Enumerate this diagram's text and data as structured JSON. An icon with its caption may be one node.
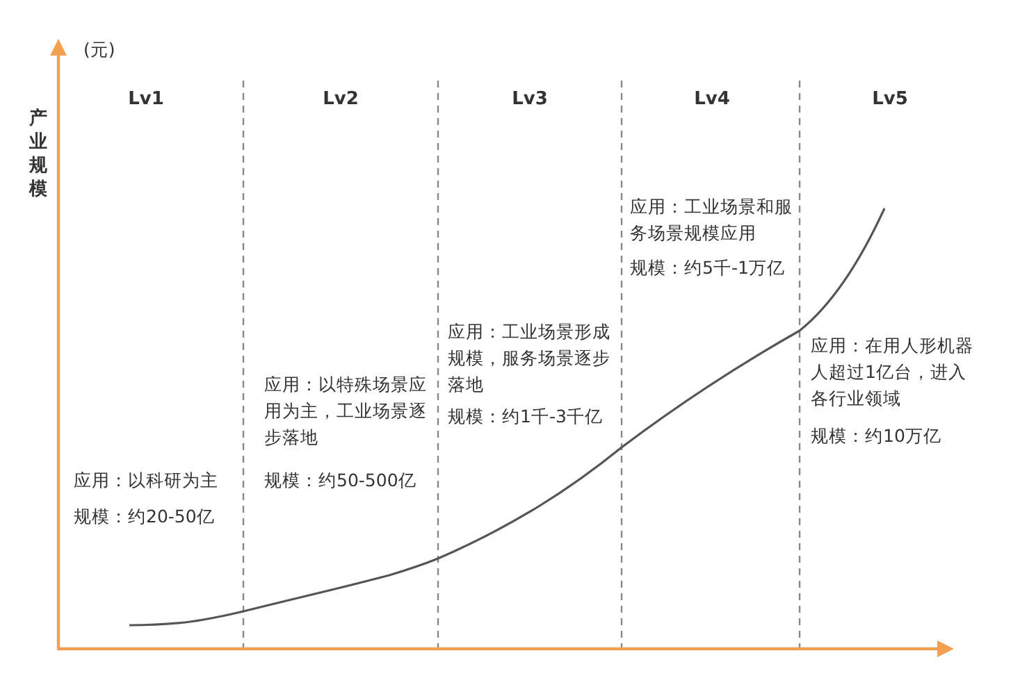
{
  "diagram": {
    "labels": [
      "(元)",
      "产业规模",
      "Lv1",
      "Lv2",
      "Lv3",
      "Lv4",
      "Lv5",
      "应用：以科研为主",
      "规模：约20-50亿",
      "应用：以特殊场景应用为主，工业场景逐步落地",
      "规模：约50-500亿",
      "应用：工业场景形成规模，服务场景逐步落地",
      "规模：约1千-3千亿",
      "应用：工业场景和服务场景规模应用",
      "规模：约5千-1万亿",
      "应用：在用人形机器人超过1亿台，进入各行业领域",
      "规模：约10万亿"
    ]
  }
}
